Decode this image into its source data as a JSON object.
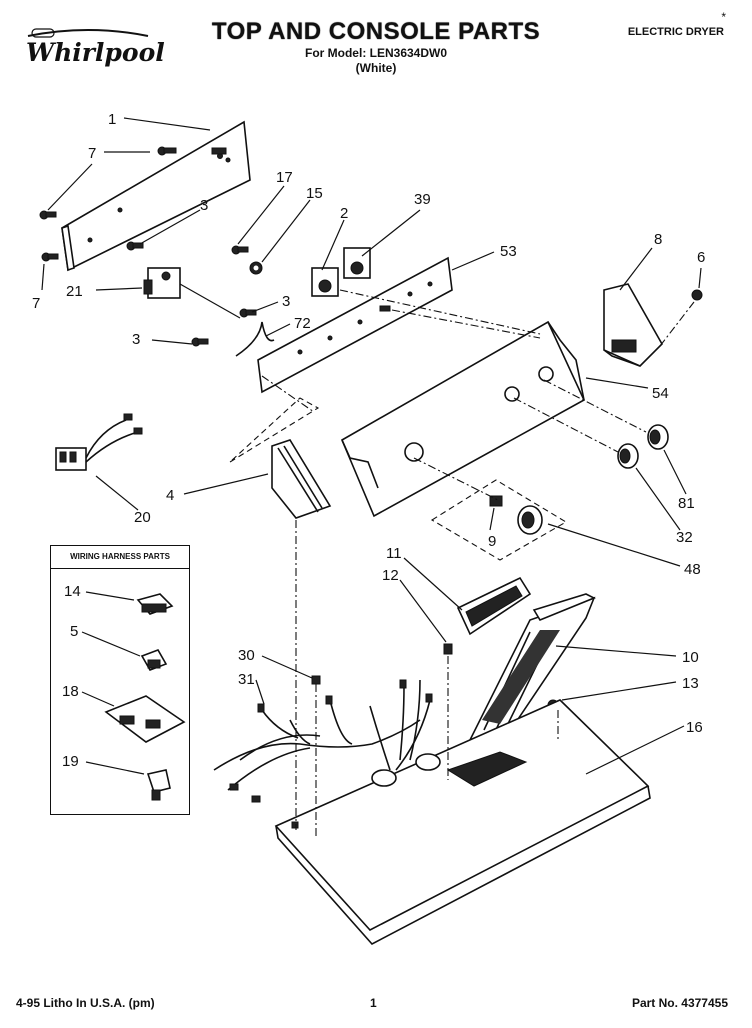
{
  "header": {
    "brand": "Whirlpool",
    "title": "TOP AND CONSOLE PARTS",
    "model_line": "For Model: LEN3634DW0",
    "color_line": "(White)",
    "product": "ELECTRIC DRYER",
    "corner_mark": "*"
  },
  "footer": {
    "print_info": "4-95 Litho In U.S.A. (pm)",
    "page_number": "1",
    "part_number": "Part No. 4377455"
  },
  "wiring_harness_box": {
    "title": "WIRING HARNESS PARTS"
  },
  "callouts": [
    "1",
    "7",
    "7",
    "17",
    "15",
    "3",
    "2",
    "39",
    "53",
    "8",
    "6",
    "21",
    "3",
    "72",
    "3",
    "54",
    "20",
    "4",
    "81",
    "32",
    "9",
    "48",
    "11",
    "12",
    "10",
    "13",
    "30",
    "31",
    "16",
    "14",
    "5",
    "18",
    "19"
  ]
}
